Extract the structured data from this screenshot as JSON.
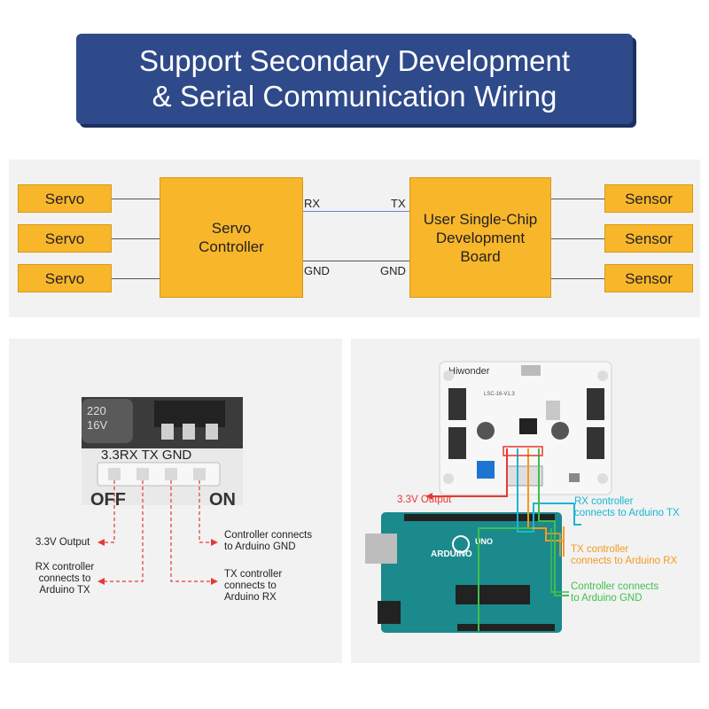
{
  "banner": {
    "line1": "Support Secondary Development",
    "line2": "& Serial Communication Wiring"
  },
  "diagram": {
    "servos": [
      "Servo",
      "Servo",
      "Servo"
    ],
    "sensors": [
      "Sensor",
      "Sensor",
      "Sensor"
    ],
    "controller": [
      "Servo",
      "Controller"
    ],
    "board": [
      "User Single-Chip",
      "Development",
      "Board"
    ],
    "rx_label": "RX",
    "tx_label": "TX",
    "gnd_left": "GND",
    "gnd_right": "GND"
  },
  "closeup": {
    "cap_text": [
      "220",
      "16V"
    ],
    "header_labels": "3.3RX TX GND",
    "switch_text": [
      "OFF",
      "ON"
    ],
    "annotations": {
      "output": "3.3V Output",
      "rx": [
        "RX controller",
        "connects to",
        "Arduino TX"
      ],
      "gnd": [
        "Controller connects",
        "to Arduino GND"
      ],
      "tx": [
        "TX controller",
        "connects to",
        "Arduino RX"
      ]
    }
  },
  "wiring": {
    "brand": "Hiwonder",
    "board_model": "LSC-16-V1.3",
    "arduino_label": "ARDUINO",
    "arduino_uno": "UNO",
    "annotations": {
      "output": "3.3V Output",
      "rx": [
        "RX controller",
        "connects to Arduino TX"
      ],
      "tx": [
        "TX controller",
        "connects to Arduino RX"
      ],
      "gnd": [
        "Controller connects",
        "to Arduino GND"
      ]
    },
    "colors": {
      "red": "#e53935",
      "cyan": "#19b6d2",
      "orange": "#f39a1e",
      "green": "#3fbf4f",
      "arduino": "#1a8a8c",
      "controller_board": "#f4f4f4"
    }
  }
}
